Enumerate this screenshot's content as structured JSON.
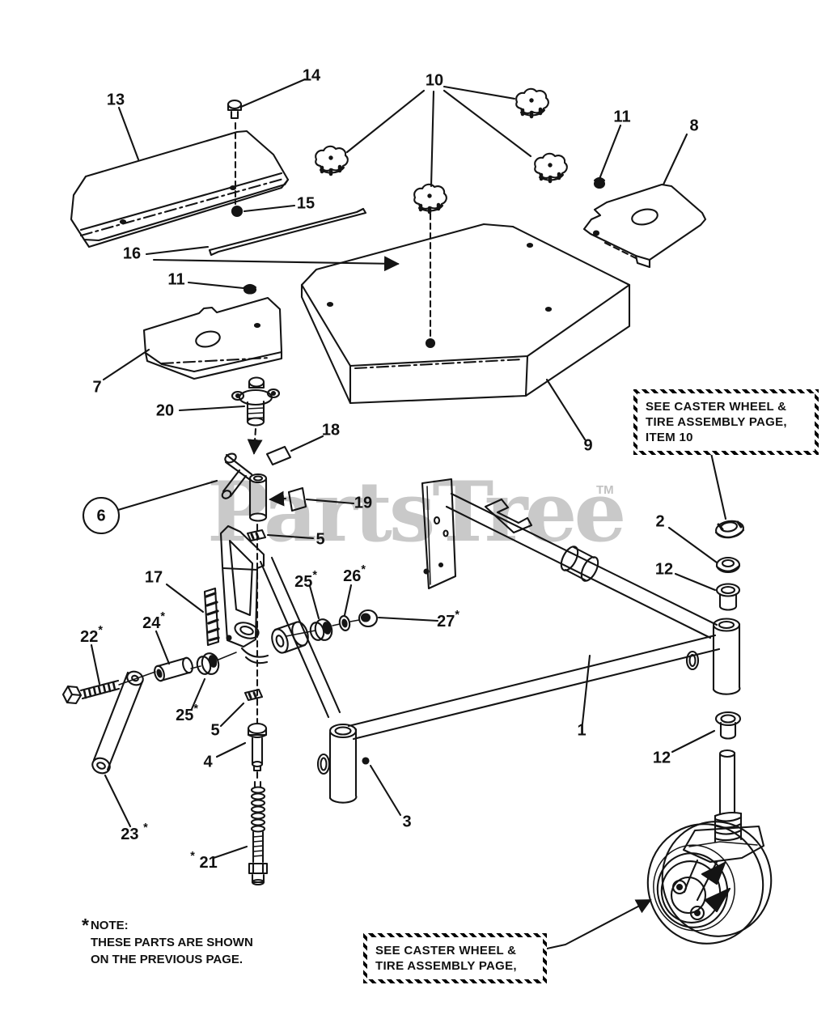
{
  "watermark": {
    "text": "PartsTree",
    "tm": "TM"
  },
  "note": {
    "star": "*",
    "title": "NOTE:",
    "line1": "THESE PARTS ARE SHOWN",
    "line2": "ON THE PREVIOUS PAGE."
  },
  "callout_boxes": {
    "top": {
      "line1": "SEE CASTER WHEEL &",
      "line2": "TIRE ASSEMBLY PAGE,",
      "line3": "ITEM 10"
    },
    "bottom": {
      "line1": "SEE CASTER WHEEL &",
      "line2": "TIRE ASSEMBLY PAGE,"
    }
  },
  "labels": {
    "n13": {
      "num": "13"
    },
    "n14": {
      "num": "14"
    },
    "n10": {
      "num": "10"
    },
    "n11a": {
      "num": "11"
    },
    "n8": {
      "num": "8"
    },
    "n15": {
      "num": "15"
    },
    "n16": {
      "num": "16"
    },
    "n11b": {
      "num": "11"
    },
    "n7": {
      "num": "7"
    },
    "n20": {
      "num": "20"
    },
    "n18": {
      "num": "18"
    },
    "n9": {
      "num": "9"
    },
    "n6": {
      "num": "6"
    },
    "n19": {
      "num": "19"
    },
    "n5a": {
      "num": "5"
    },
    "n2": {
      "num": "2"
    },
    "n12a": {
      "num": "12"
    },
    "n17": {
      "num": "17"
    },
    "n25a": {
      "num": "25",
      "star": "*"
    },
    "n26": {
      "num": "26",
      "star": "*"
    },
    "n27": {
      "num": "27",
      "star": "*"
    },
    "n22": {
      "num": "22",
      "star": "*"
    },
    "n24": {
      "num": "24",
      "star": "*"
    },
    "n25b": {
      "num": "25",
      "star": "*"
    },
    "n5b": {
      "num": "5"
    },
    "n1": {
      "num": "1"
    },
    "n4": {
      "num": "4"
    },
    "n12b": {
      "num": "12"
    },
    "n3": {
      "num": "3"
    },
    "n23": {
      "num": "23",
      "star": "*"
    },
    "n21": {
      "num": "21",
      "pre": "*"
    }
  }
}
